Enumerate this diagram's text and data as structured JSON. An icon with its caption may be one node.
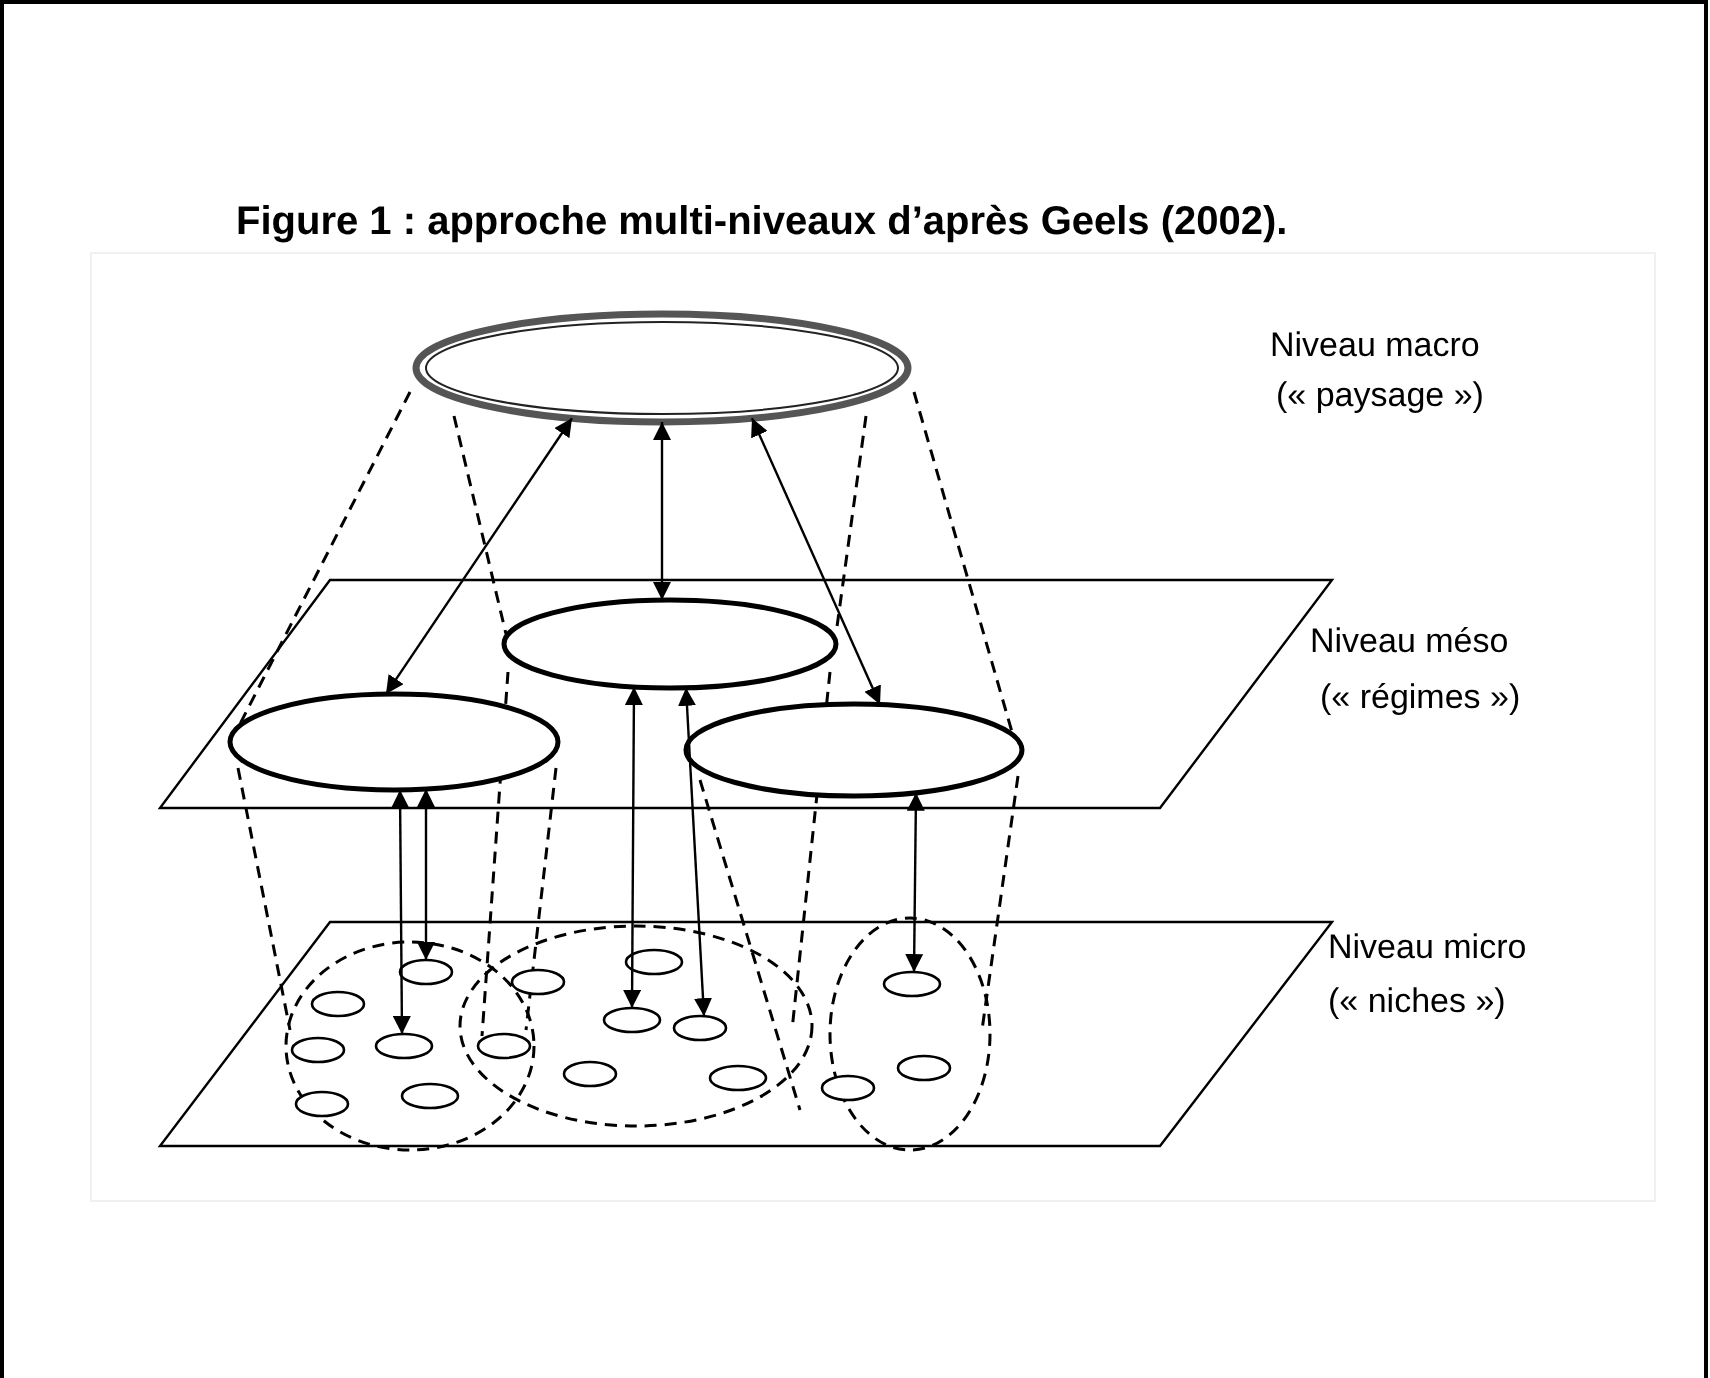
{
  "diagram": {
    "title": "Figure 1 : approche multi-niveaux d’après Geels (2002).",
    "nodes": [
      {
        "text": [],
        "shape": "ellipse"
      },
      {
        "text": [],
        "shape": "ellipse"
      },
      {
        "text": [],
        "shape": "ellipse"
      },
      {
        "text": [],
        "shape": "ellipse"
      },
      {
        "text": [],
        "shape": "ellipse"
      },
      {
        "text": [],
        "shape": "ellipse"
      },
      {
        "text": [],
        "shape": "ellipse"
      },
      {
        "text": [],
        "shape": "ellipse"
      },
      {
        "text": [],
        "shape": "ellipse"
      },
      {
        "text": [],
        "shape": "ellipse"
      },
      {
        "text": [],
        "shape": "ellipse"
      },
      {
        "text": [],
        "shape": "ellipse"
      },
      {
        "text": [],
        "shape": "ellipse"
      },
      {
        "text": [],
        "shape": "ellipse"
      },
      {
        "text": [],
        "shape": "ellipse"
      },
      {
        "text": [],
        "shape": "ellipse"
      },
      {
        "text": [],
        "shape": "ellipse"
      },
      {
        "text": [],
        "shape": "ellipse"
      },
      {
        "text": [],
        "shape": "ellipse"
      },
      {
        "text": [],
        "shape": "ellipse"
      }
    ],
    "edges": [
      {
        "from": 0,
        "to": 2,
        "arrow": "both"
      },
      {
        "from": 0,
        "to": 1,
        "arrow": "both"
      },
      {
        "from": 0,
        "to": 3,
        "arrow": "both"
      },
      {
        "from": 2,
        "to": 7,
        "arrow": "both"
      },
      {
        "from": 2,
        "to": 8,
        "arrow": "both"
      },
      {
        "from": 1,
        "to": 13,
        "arrow": "both"
      },
      {
        "from": 1,
        "to": 15,
        "arrow": "both"
      },
      {
        "from": 3,
        "to": 18,
        "arrow": "both"
      }
    ],
    "labels": [
      "Niveau macro",
      "(« paysage »)",
      "Niveau méso",
      "(« régimes »)",
      "Niveau micro",
      "(« niches »)"
    ]
  }
}
